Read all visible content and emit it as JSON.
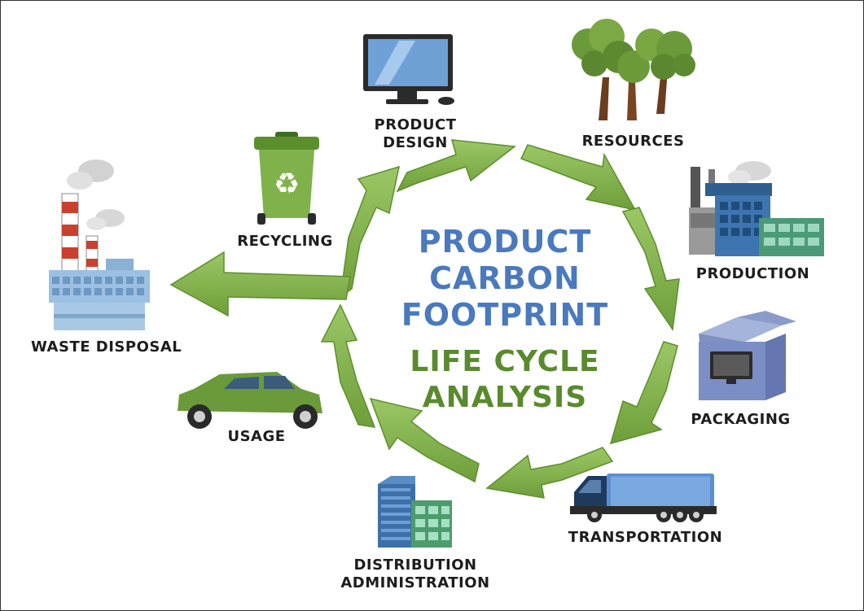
{
  "title": {
    "line1": "PRODUCT",
    "line2": "CARBON",
    "line3": "FOOTPRINT",
    "color": "#4a79bd"
  },
  "subtitle": {
    "line1": "LIFE CYCLE",
    "line2": "ANALYSIS",
    "color": "#5a8a2e"
  },
  "stages": {
    "product_design": {
      "line1": "PRODUCT",
      "line2": "DESIGN",
      "icon": "computer-monitor-icon"
    },
    "resources": {
      "label": "RESOURCES",
      "icon": "trees-icon"
    },
    "production": {
      "label": "PRODUCTION",
      "icon": "factory-icon"
    },
    "packaging": {
      "label": "PACKAGING",
      "icon": "box-icon"
    },
    "transportation": {
      "label": "TRANSPORTATION",
      "icon": "truck-icon"
    },
    "distribution": {
      "line1": "DISTRIBUTION",
      "line2": "ADMINISTRATION",
      "icon": "office-buildings-icon"
    },
    "usage": {
      "label": "USAGE",
      "icon": "car-icon"
    },
    "recycling": {
      "label": "RECYCLING",
      "icon": "recycle-bin-icon"
    },
    "waste_disposal": {
      "label": "WASTE DISPOSAL",
      "icon": "smokestack-factory-icon"
    }
  },
  "colors": {
    "arrow": "#7fb24a",
    "arrow_dark": "#5d8f2c",
    "label": "#1d1d1d"
  }
}
